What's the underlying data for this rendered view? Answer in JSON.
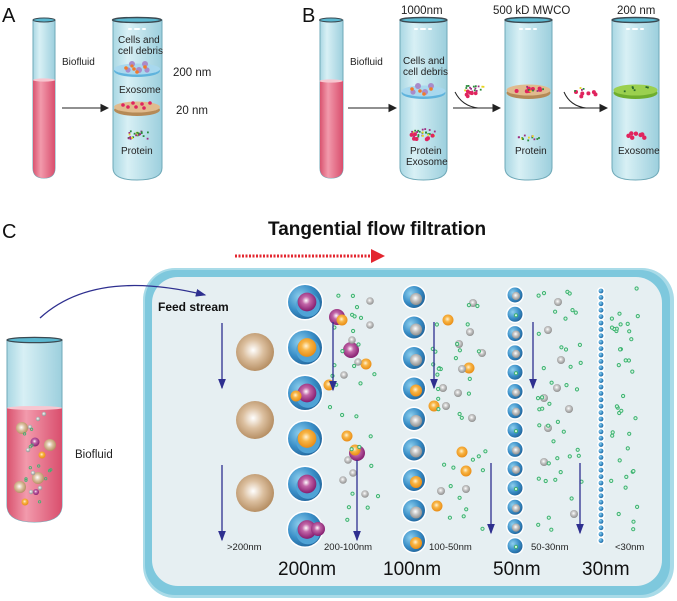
{
  "colors": {
    "fluid_pink": "#e8768f",
    "tube_glass": "#bfe3ec",
    "tube_rim": "#3b4a52",
    "membrane_blue": "#5fb3dd",
    "membrane_tan": "#c9a274",
    "membrane_green": "#8cc63f",
    "exosome_red": "#e0245e",
    "cell_orange": "#f07a2a",
    "cell_purple": "#a98bc9",
    "arrow_dark": "#222222",
    "flow_arrow": "#e3262f",
    "chamber_outer": "#7ec8dd",
    "chamber_inner": "#e6eff2",
    "pore_blue": "#2f7fb8",
    "feed_arrow": "#2e2f8f",
    "particle_tan": "#c9a57e",
    "particle_purple": "#9b2d82",
    "particle_orange": "#f5a623",
    "particle_gray": "#a8a8a8",
    "particle_green": "#3cb371"
  },
  "panel_a": {
    "letter": "A",
    "biofluid_label": "Biofluid",
    "top_label": "Cells and\ncell debris",
    "top_label_line1": "Cells and",
    "top_label_line2": "cell debris",
    "filter1_label": "200 nm",
    "middle_label": "Exosome",
    "filter2_label": "20 nm",
    "bottom_label": "Protein"
  },
  "panel_b": {
    "letter": "B",
    "biofluid_label": "Biofluid",
    "tube1_header": "1000nm",
    "tube1_top_line1": "Cells and",
    "tube1_top_line2": "cell debris",
    "tube1_bottom_line1": "Protein",
    "tube1_bottom_line2": "Exosome",
    "tube2_header": "500 kD MWCO",
    "tube2_bottom_label": "Protein",
    "tube3_header": "200 nm",
    "tube3_bottom_label": "Exosome"
  },
  "panel_c": {
    "letter": "C",
    "title": "Tangential flow filtration",
    "feed_label": "Feed stream",
    "biofluid_label": "Biofluid",
    "fraction_labels": [
      ">200nm",
      "200-100nm",
      "100-50nm",
      "50-30nm",
      "<30nm"
    ],
    "membrane_labels": [
      "200nm",
      "100nm",
      "50nm",
      "30nm"
    ],
    "pore_counts": [
      6,
      9,
      15,
      40
    ]
  }
}
